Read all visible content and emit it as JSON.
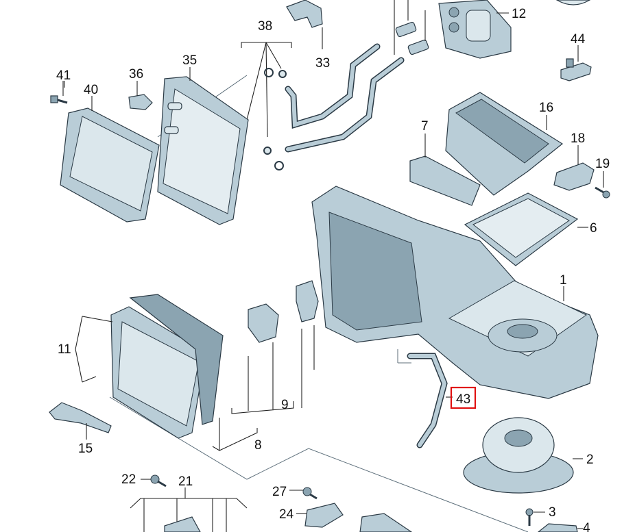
{
  "colors": {
    "part_fill": "#b9cdd7",
    "part_dark": "#8ba4b1",
    "part_light": "#dbe7ec",
    "outline": "#2b3a45",
    "highlight": "#e01010"
  },
  "callouts": [
    "12",
    "33",
    "38",
    "44",
    "41",
    "40",
    "36",
    "35",
    "16",
    "7",
    "18",
    "19",
    "6",
    "1",
    "11",
    "9",
    "43",
    "8",
    "15",
    "2",
    "22",
    "21",
    "27",
    "24",
    "3",
    "4"
  ],
  "highlighted": "43"
}
